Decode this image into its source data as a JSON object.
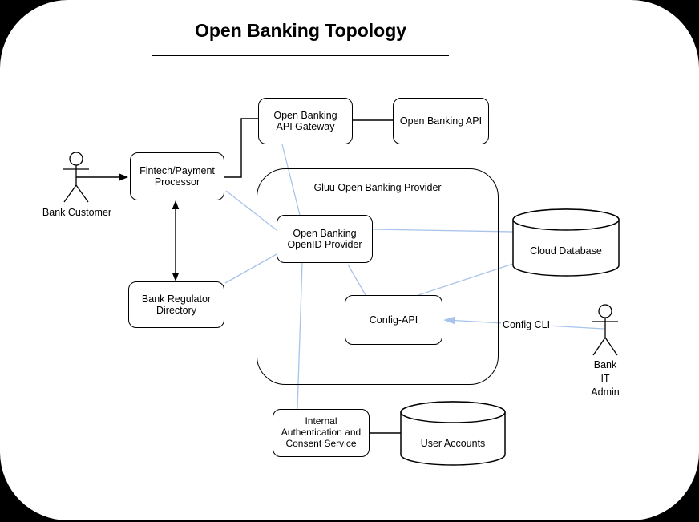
{
  "diagram": {
    "title": "Open Banking Topology",
    "container": {
      "label": "Gluu Open Banking Provider"
    },
    "nodes": {
      "api_gateway": {
        "label": "Open Banking\nAPI Gateway"
      },
      "open_banking_api": {
        "label": "Open Banking API"
      },
      "fintech": {
        "label": "Fintech/Payment\nProcessor"
      },
      "bank_regulator": {
        "label": "Bank Regulator\nDirectory"
      },
      "openid_provider": {
        "label": "Open Banking\nOpenID Provider"
      },
      "config_api": {
        "label": "Config-API"
      },
      "internal_auth": {
        "label": "Internal\nAuthentication and\nConsent Service"
      }
    },
    "databases": {
      "cloud_db": {
        "label": "Cloud Database"
      },
      "user_accounts": {
        "label": "User Accounts"
      }
    },
    "actors": {
      "bank_customer": {
        "label": "Bank Customer"
      },
      "bank_it_admin": {
        "label": "Bank\nIT\nAdmin"
      }
    },
    "edge_labels": {
      "config_cli": "Config CLI"
    },
    "colors": {
      "connector_black": "#000000",
      "association_blue": "#a8c4ea",
      "canvas": "#ffffff",
      "background": "#000000"
    }
  }
}
